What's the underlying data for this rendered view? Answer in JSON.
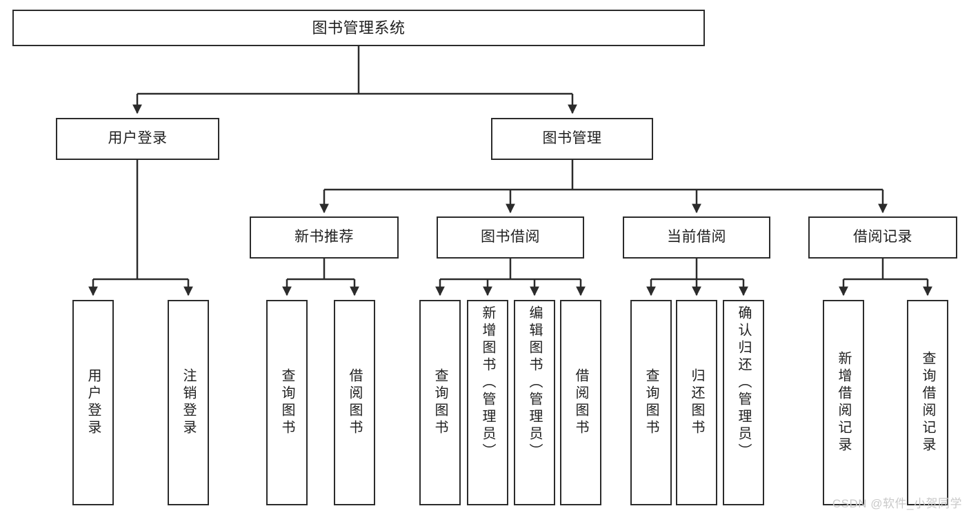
{
  "diagram": {
    "title": "图书管理系统",
    "type": "hierarchy-tree",
    "watermark": "CSDN @软件_小贺同学",
    "colors": {
      "box_border": "#2b2b2b",
      "box_fill": "#ffffff",
      "edge": "#2b2b2b",
      "text": "#1f1f1f",
      "watermark": "#c9c9c9",
      "background": "#ffffff"
    },
    "nodes": {
      "root": {
        "label": "图书管理系统"
      },
      "level2": [
        {
          "id": "user-login",
          "label": "用户登录"
        },
        {
          "id": "book-management",
          "label": "图书管理"
        }
      ],
      "level3": [
        {
          "id": "new-book-recommend",
          "label": "新书推荐"
        },
        {
          "id": "book-borrow",
          "label": "图书借阅"
        },
        {
          "id": "current-borrow",
          "label": "当前借阅"
        },
        {
          "id": "borrow-record",
          "label": "借阅记录"
        }
      ],
      "leaves": {
        "user_login": [
          {
            "id": "leaf-user-login",
            "label": "用户登录"
          },
          {
            "id": "leaf-logout",
            "label": "注销登录"
          }
        ],
        "new_book_recommend": [
          {
            "id": "leaf-query-book-1",
            "label": "查询图书"
          },
          {
            "id": "leaf-borrow-book-1",
            "label": "借阅图书"
          }
        ],
        "book_borrow": [
          {
            "id": "leaf-query-book-2",
            "label": "查询图书"
          },
          {
            "id": "leaf-add-book",
            "label": "新增图书（管理员）"
          },
          {
            "id": "leaf-edit-book",
            "label": "编辑图书（管理员）"
          },
          {
            "id": "leaf-borrow-book-2",
            "label": "借阅图书"
          }
        ],
        "current_borrow": [
          {
            "id": "leaf-query-book-3",
            "label": "查询图书"
          },
          {
            "id": "leaf-return-book",
            "label": "归还图书"
          },
          {
            "id": "leaf-confirm-return",
            "label": "确认归还（管理员）"
          }
        ],
        "borrow_record": [
          {
            "id": "leaf-add-record",
            "label": "新增借阅记录"
          },
          {
            "id": "leaf-query-record",
            "label": "查询借阅记录"
          }
        ]
      }
    }
  }
}
